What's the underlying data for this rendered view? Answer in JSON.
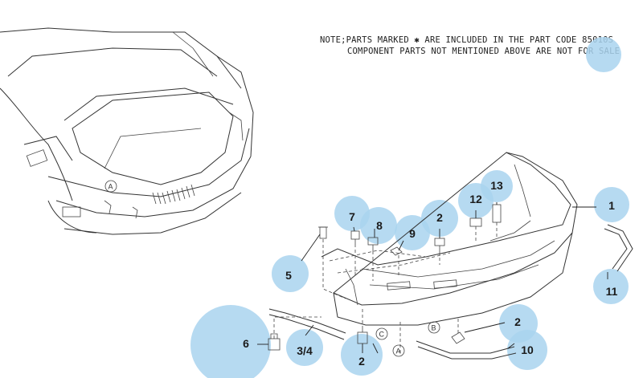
{
  "note": {
    "line1": "NOTE;PARTS MARKED ✱ ARE INCLUDED IN THE PART CODE 85010S",
    "line2": "COMPONENT PARTS NOT MENTIONED ABOVE ARE NOT FOR SALE"
  },
  "callouts": {
    "c1": "1",
    "c2a": "2",
    "c2b": "2",
    "c2c": "2",
    "c3_4": "3/4",
    "c5": "5",
    "c6": "6",
    "c7": "7",
    "c8": "8",
    "c9": "9",
    "c10": "10",
    "c11": "11",
    "c12": "12",
    "c13": "13"
  },
  "refs": {
    "a1": "A",
    "a2": "A",
    "b": "B",
    "c": "C"
  },
  "colors": {
    "highlight": "#a9d3ee",
    "ink": "#333333"
  }
}
